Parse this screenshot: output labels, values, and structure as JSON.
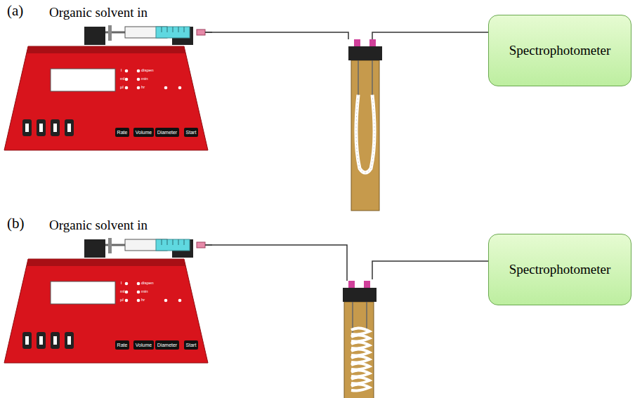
{
  "diagram": {
    "nodes": [
      {
        "text": [
          "Rate"
        ]
      },
      {
        "text": [
          "Volume"
        ]
      },
      {
        "text": [
          "Diameter"
        ]
      },
      {
        "text": [
          "Start"
        ]
      },
      {
        "text": [
          "Spectrophotometer"
        ]
      },
      {
        "text": [
          "Rate"
        ]
      },
      {
        "text": [
          "Volume"
        ]
      },
      {
        "text": [
          "Diameter"
        ]
      },
      {
        "text": [
          "Start"
        ]
      },
      {
        "text": [
          "Spectrophotometer"
        ]
      }
    ],
    "edges": [],
    "labels": [
      "(a)",
      "Organic solvent in",
      "l",
      "dispen",
      "ml",
      "min",
      "µl",
      "hr",
      "(b)",
      "Organic solvent in",
      "l",
      "dispen",
      "ml",
      "min",
      "µl",
      "hr"
    ]
  }
}
